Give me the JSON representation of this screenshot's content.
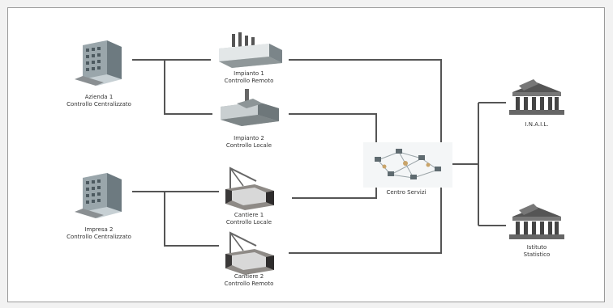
{
  "nodes": {
    "azienda1": {
      "name": "Azienda 1",
      "role": "Controllo Centralizzato"
    },
    "impresa2": {
      "name": "Impresa 2",
      "role": "Controllo Centralizzato"
    },
    "impianto1": {
      "name": "Impianto 1",
      "role": "Controllo Remoto"
    },
    "impianto2": {
      "name": "Impianto 2",
      "role": "Controllo Locale"
    },
    "cantiere1": {
      "name": "Cantiere 1",
      "role": "Controllo Locale"
    },
    "cantiere2": {
      "name": "Cantiere 2",
      "role": "Controllo Remoto"
    },
    "centro": {
      "name": "Centro Servizi"
    },
    "inail": {
      "name": "I.N.A.I.L."
    },
    "istituto": {
      "name": "Istituto",
      "role": "Statistico"
    }
  },
  "colors": {
    "line": "#555555",
    "building": "#a8b4b8",
    "dark": "#3a3a3a"
  }
}
